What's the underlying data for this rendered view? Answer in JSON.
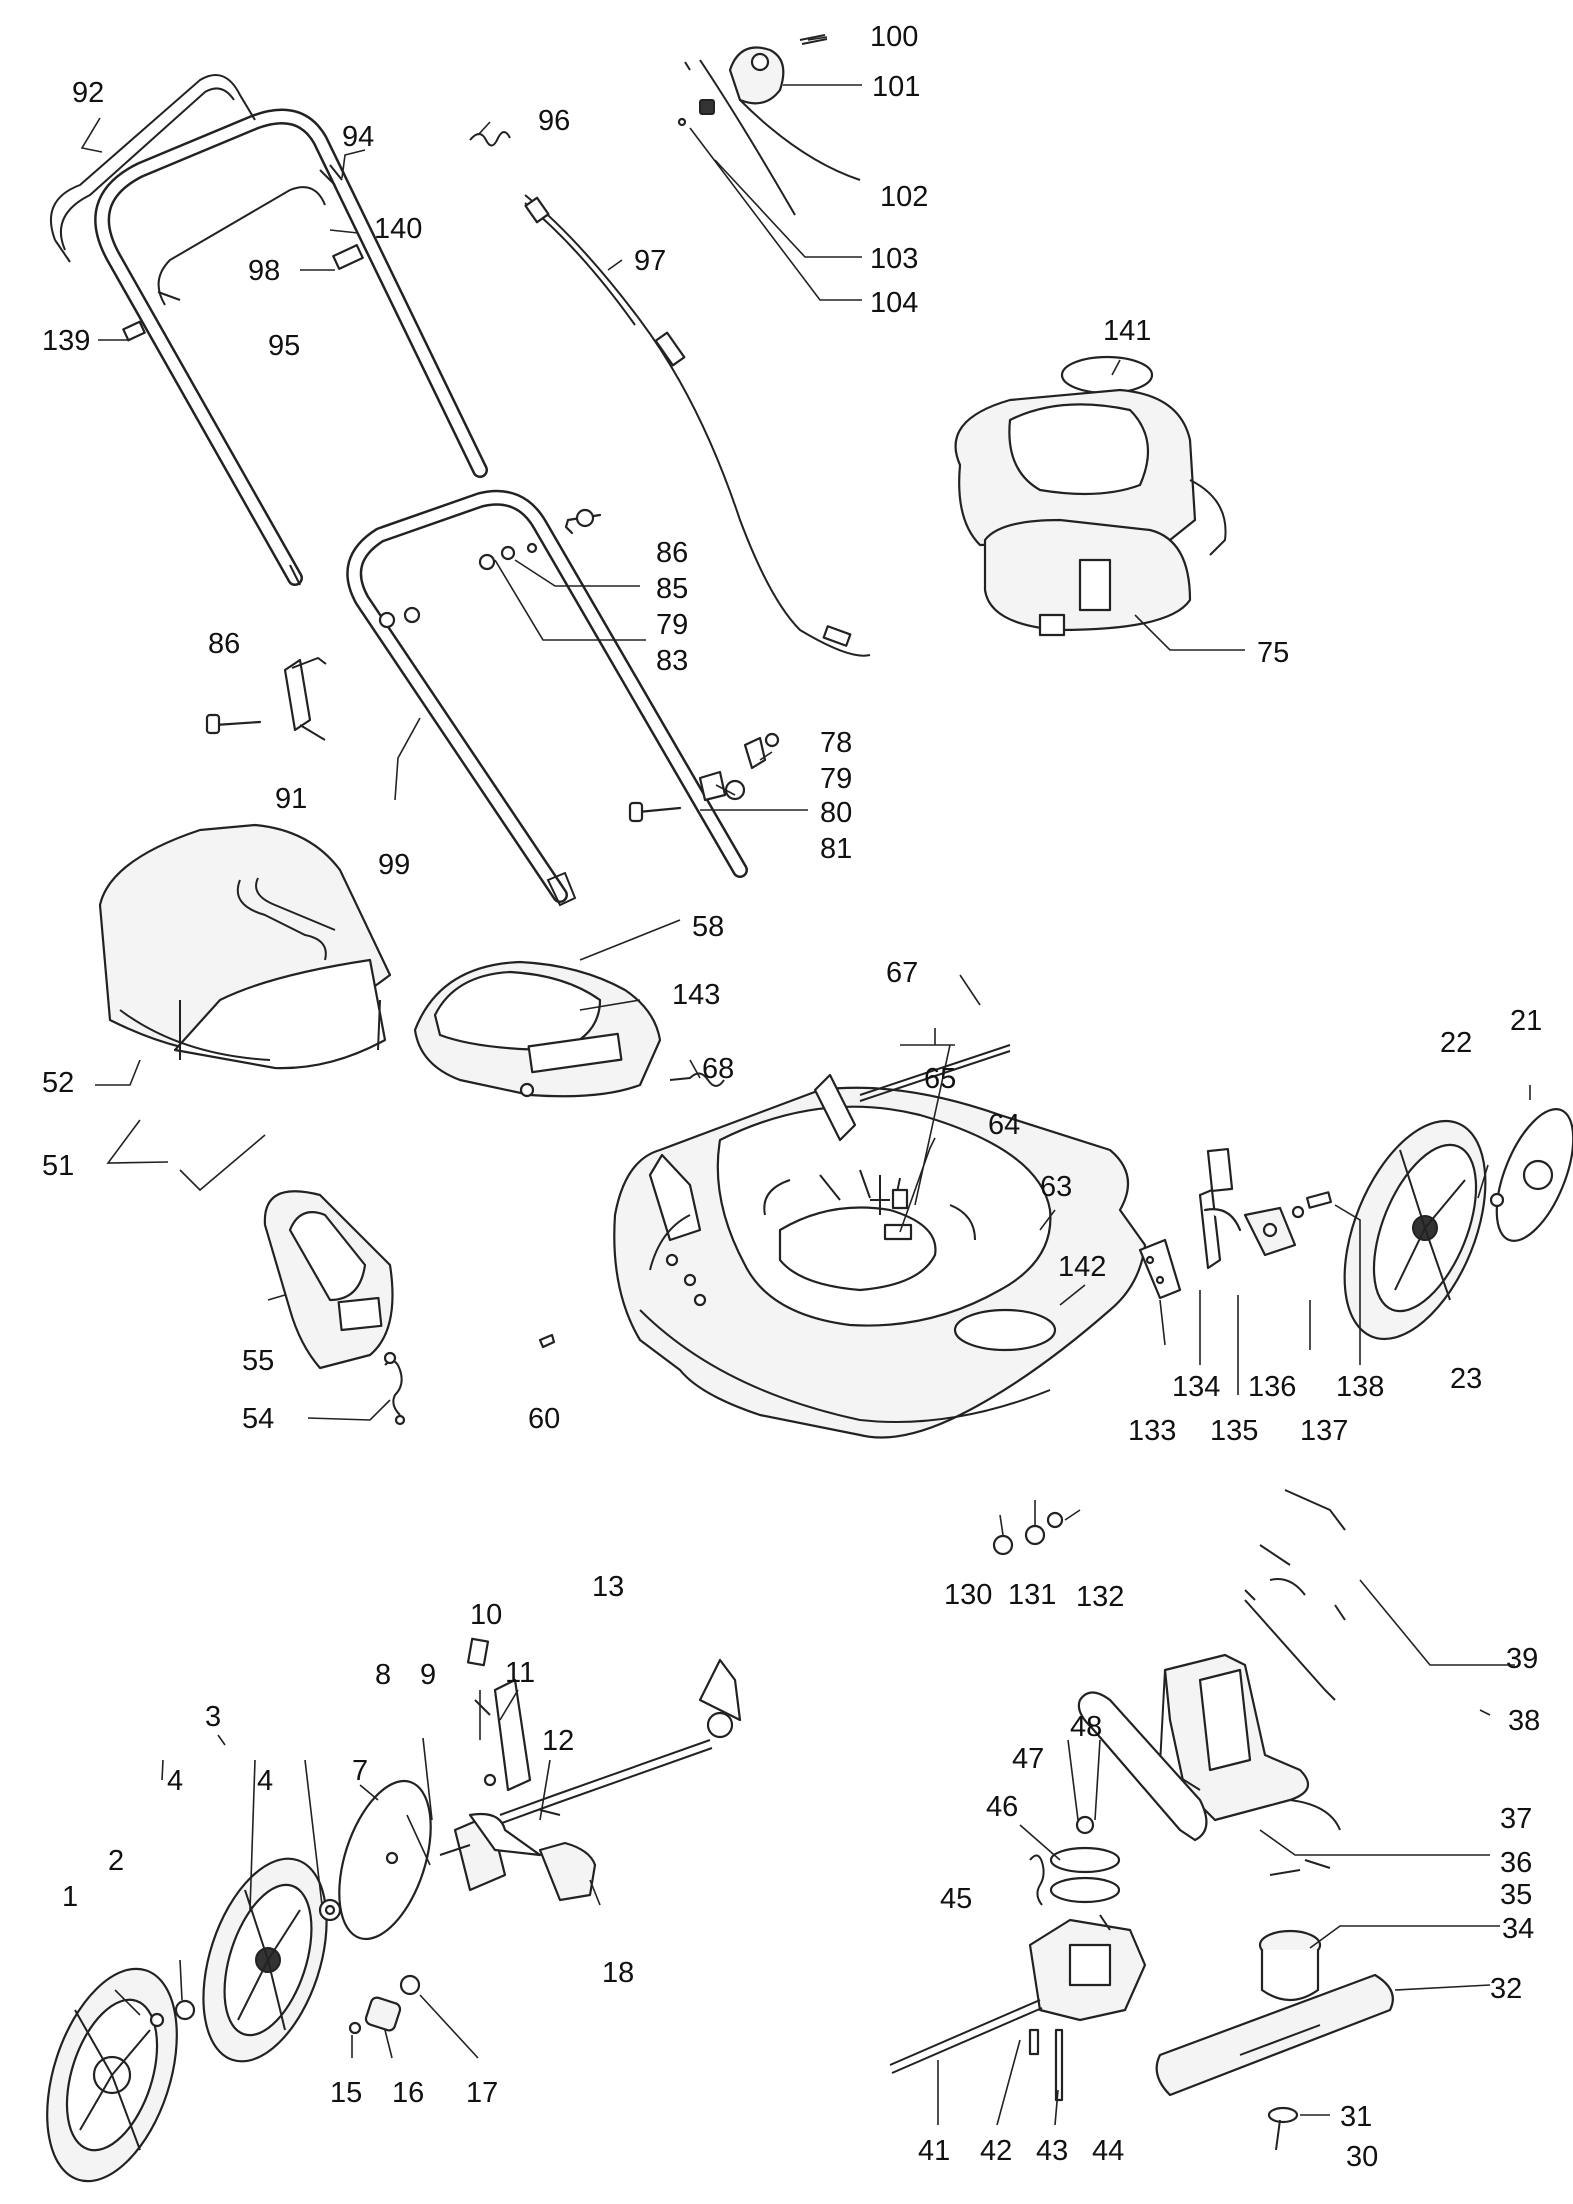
{
  "labels": {
    "l1": "1",
    "l2": "2",
    "l3": "3",
    "l4a": "4",
    "l4b": "4",
    "l7": "7",
    "l8": "8",
    "l9": "9",
    "l10": "10",
    "l11": "11",
    "l12": "12",
    "l13": "13",
    "l15": "15",
    "l16": "16",
    "l17": "17",
    "l18": "18",
    "l21": "21",
    "l22": "22",
    "l23": "23",
    "l30": "30",
    "l31": "31",
    "l32": "32",
    "l34": "34",
    "l35": "35",
    "l36": "36",
    "l37": "37",
    "l38": "38",
    "l39": "39",
    "l41": "41",
    "l42": "42",
    "l43": "43",
    "l44": "44",
    "l45": "45",
    "l46": "46",
    "l47": "47",
    "l48": "48",
    "l51": "51",
    "l52": "52",
    "l54": "54",
    "l55": "55",
    "l58": "58",
    "l60": "60",
    "l63": "63",
    "l64": "64",
    "l65": "65",
    "l67": "67",
    "l68": "68",
    "l75": "75",
    "l78": "78",
    "l79a": "79",
    "l79b": "79",
    "l80": "80",
    "l81": "81",
    "l83": "83",
    "l85": "85",
    "l86a": "86",
    "l86b": "86",
    "l91": "91",
    "l92": "92",
    "l94": "94",
    "l95": "95",
    "l96": "96",
    "l97": "97",
    "l98": "98",
    "l99": "99",
    "l100": "100",
    "l101": "101",
    "l102": "102",
    "l103": "103",
    "l104": "104",
    "l130": "130",
    "l131": "131",
    "l132": "132",
    "l133": "133",
    "l134": "134",
    "l135": "135",
    "l136": "136",
    "l137": "137",
    "l138": "138",
    "l139": "139",
    "l140": "140",
    "l141": "141",
    "l142": "142",
    "l143": "143"
  }
}
